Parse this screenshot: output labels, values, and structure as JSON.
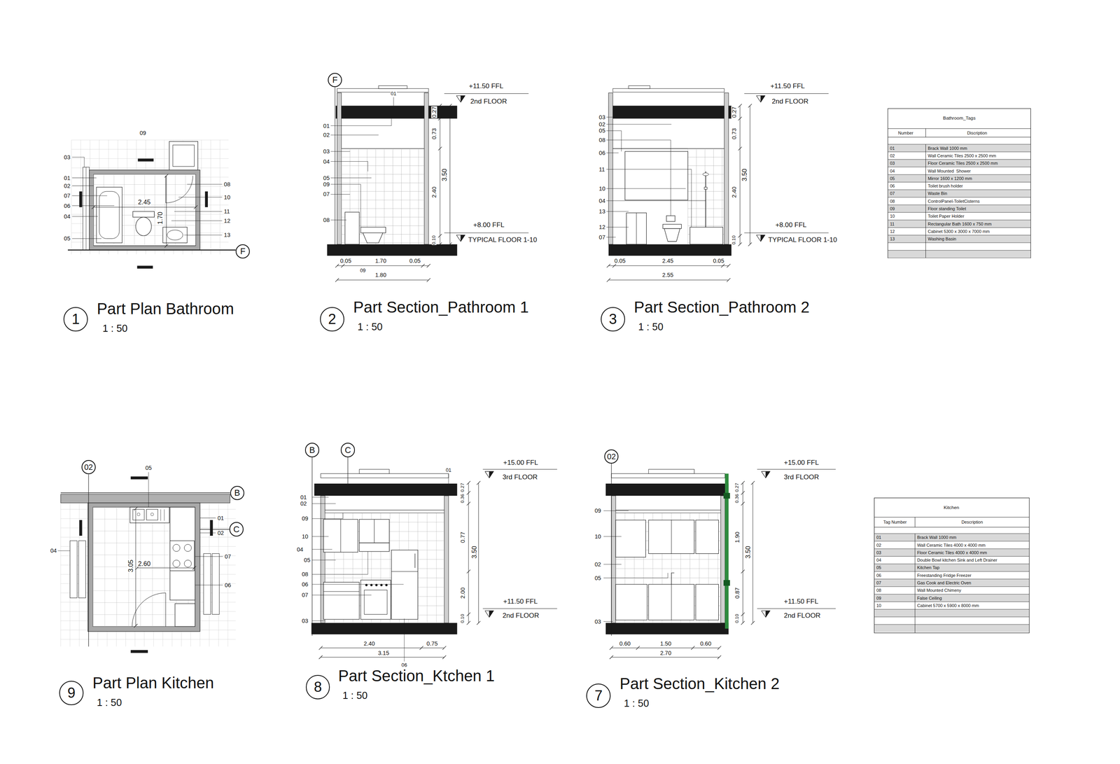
{
  "diagram": {
    "nodes": [
      {
        "text": [
          "F"
        ]
      },
      {
        "text": [
          "F"
        ]
      },
      {
        "text": [
          "1"
        ]
      },
      {
        "text": [
          "2"
        ]
      },
      {
        "text": [
          "3"
        ]
      },
      {
        "text": [
          "02"
        ]
      },
      {
        "text": [
          "B"
        ]
      },
      {
        "text": [
          "C"
        ]
      },
      {
        "text": [
          "02"
        ]
      },
      {
        "text": [
          "B"
        ]
      },
      {
        "text": [
          "C"
        ]
      },
      {
        "text": [
          "9"
        ]
      },
      {
        "text": [
          "8"
        ]
      },
      {
        "text": [
          "7"
        ]
      }
    ],
    "labels": [
      "09",
      "03",
      "01",
      "02",
      "07",
      "06",
      "04",
      "05",
      "08",
      "10",
      "11",
      "12",
      "13",
      "2.45",
      "1.70",
      "Part Plan Bathroom",
      "1 : 50",
      "01",
      "01",
      "02",
      "03",
      "04",
      "05",
      "09",
      "07",
      "08",
      "0.27",
      "0.73",
      "2.40",
      "0.10",
      "3.50",
      "+11.50 FFL",
      "2nd FLOOR",
      "+8.00 FFL",
      "TYPICAL FLOOR 1-10",
      "0.05",
      "1.70",
      "0.05",
      "09",
      "1.80",
      "Part Section_Pathroom 1",
      "1 : 50",
      "03",
      "02",
      "05",
      "08",
      "06",
      "11",
      "10",
      "04",
      "13",
      "12",
      "07",
      "0.27",
      "0.73",
      "2.40",
      "0.10",
      "3.50",
      "+11.50 FFL",
      "2nd FLOOR",
      "+8.00 FFL",
      "TYPICAL FLOOR 1-10",
      "0.05",
      "2.45",
      "0.05",
      "2.55",
      "Part Section_Pathroom 2",
      "1 : 50",
      "Bathroom_Tags",
      "Number",
      "Discription",
      "01",
      "Brack Wall 1000 mm",
      "02",
      "Wall Ceramic Tiles 2500 x 2500 mm",
      "03",
      "Floor Ceramic Tiles 2500 x 2500 mm",
      "04",
      "Wall Mounted  Shower",
      "05",
      "Mirror 1600 x 1200 mm",
      "06",
      "Toilet brush holder",
      "07",
      "Waste Bin",
      "08",
      "ControlPanel-ToiletCisterns",
      "09",
      "Floor standing Toilet",
      "10",
      "Toilet Paper Holder",
      "11",
      "Rectangular Bath 1600 x 750 mm",
      "12",
      "Cabinet 5300 x 3000 x 7000 mm",
      "13",
      "Washing Basin",
      "05",
      "01",
      "02",
      "07",
      "06",
      "04",
      "2.60",
      "3.05",
      "Part Plan Kitchen",
      "1 : 50",
      "01",
      "01",
      "02",
      "09",
      "10",
      "04",
      "05",
      "08",
      "06",
      "07",
      "03",
      "0.27",
      "0.36",
      "0.77",
      "2.00",
      "0.10",
      "3.50",
      "+15.00 FFL",
      "3rd FLOOR",
      "+11.50 FFL",
      "2nd FLOOR",
      "2.40",
      "0.75",
      "3.15",
      "06",
      "Part Section_Ktchen 1",
      "1 : 50",
      "09",
      "10",
      "02",
      "05",
      "03",
      "0.27",
      "0.36",
      "1.90",
      "0.87",
      "0.10",
      "3.50",
      "+15.00 FFL",
      "3rd FLOOR",
      "+11.50 FFL",
      "2nd FLOOR",
      "0.60",
      "1.50",
      "0.60",
      "2.70",
      "Part Section_Kitchen 2",
      "1 : 50",
      "Kitchen",
      "Tag Number",
      "Description",
      "01",
      "Brack Wall 1000 mm",
      "02",
      "Wall Ceramic Tiles 4000 x 4000 mm",
      "03",
      "Floor Ceramic Tiles 4000 x 4000 mm",
      "04",
      "Double Bowl kitchen Sink and Left Drainer",
      "05",
      "Kitchen Tap",
      "06",
      "Freestanding Fridge Freezer",
      "07",
      "Gas Cook and Electric Oven",
      "08",
      "Wall Mounted Chimeny",
      "09",
      "False Ceiling",
      "10",
      "Cabinet 5700 x 5900 x 8000 mm"
    ]
  }
}
